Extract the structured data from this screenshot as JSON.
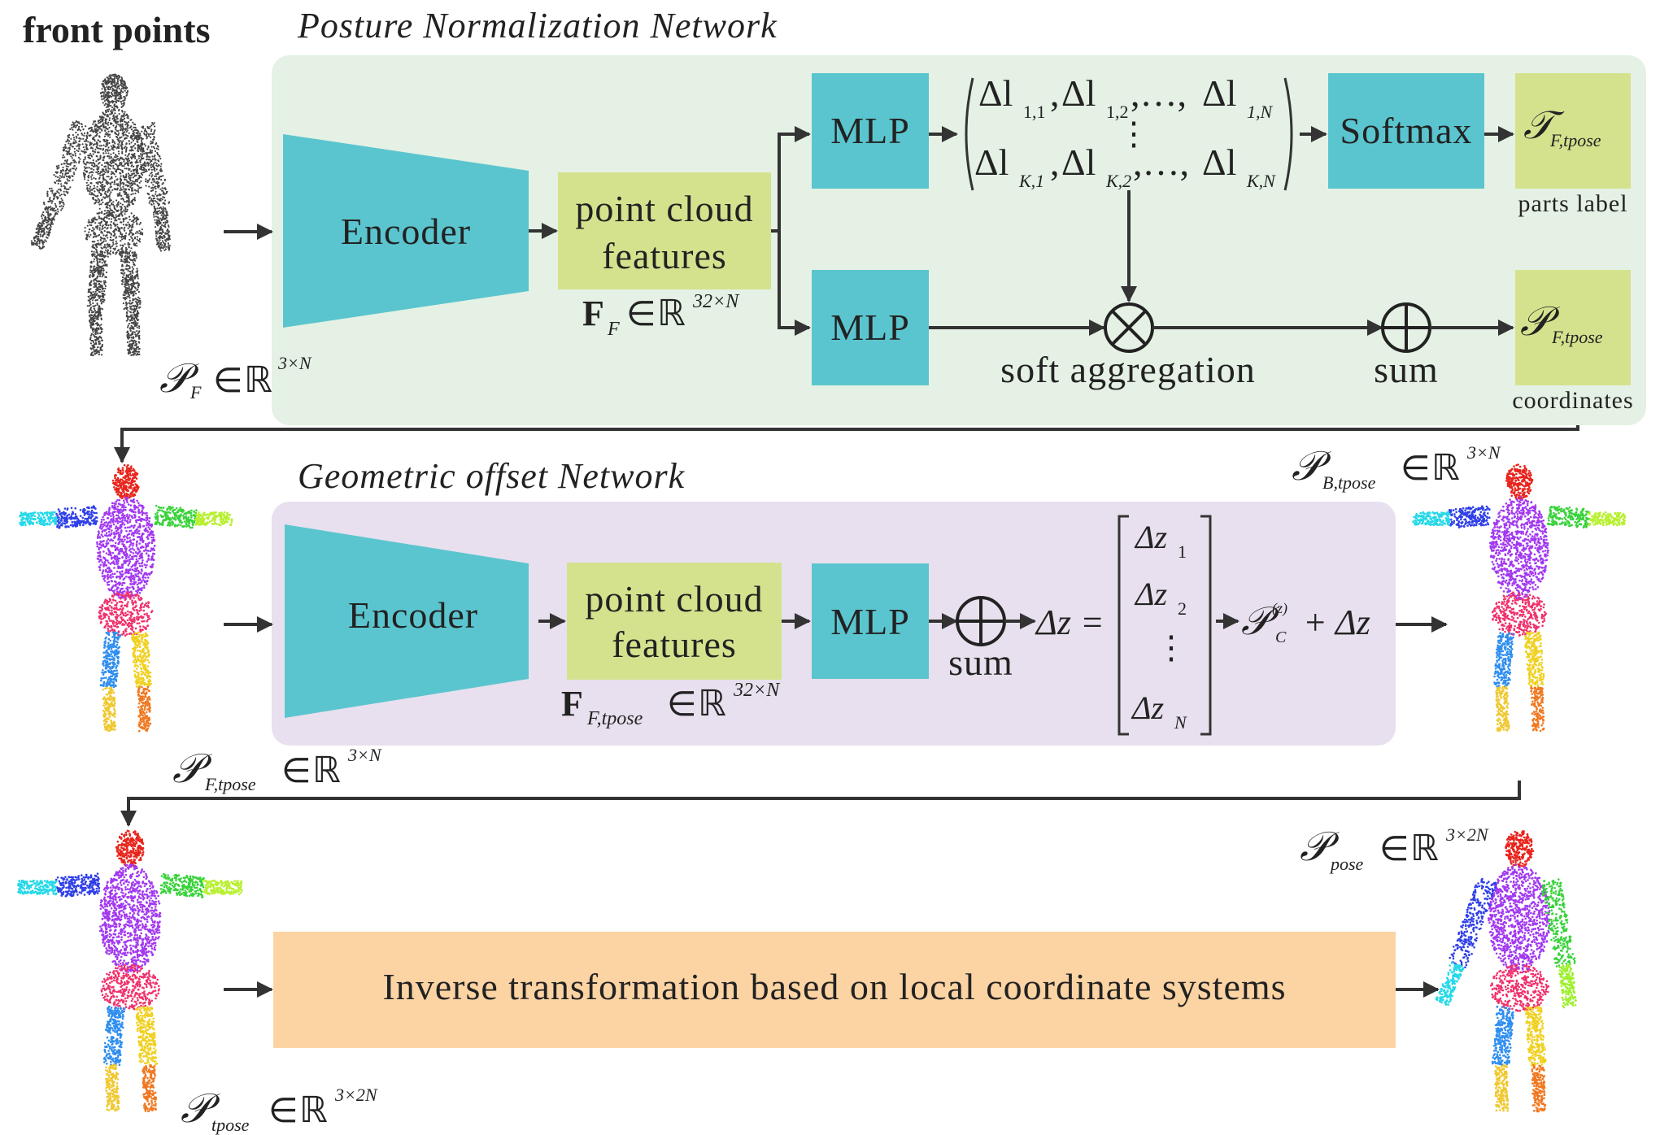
{
  "colors": {
    "panel1_bg": "#e4f1e4",
    "panel2_bg": "#e8e0ee",
    "encoder": "#5bc5cf",
    "mlp": "#5bc5cf",
    "features": "#d4e28e",
    "output_box": "#d4e28e",
    "inverse_box": "#fcd3a3",
    "line": "#333333"
  },
  "labels": {
    "front_points": "front points",
    "pnn_title": "Posture Normalization Network",
    "gon_title": "Geometric offset Network",
    "encoder": "Encoder",
    "point_cloud": "point cloud",
    "features": "features",
    "mlp": "MLP",
    "softmax": "Softmax",
    "parts_label": "parts label",
    "coordinates": "coordinates",
    "soft_aggregation": "soft aggregation",
    "sum": "sum",
    "inverse": "Inverse transformation based on local coordinate systems"
  },
  "math": {
    "R": "ℝ",
    "in": "∈",
    "dims_3N": "3×N",
    "dims_32N": "32×N",
    "dims_32N_2": "32×N",
    "dims_3_2N": "3×2N",
    "P": "𝒫",
    "T": "𝒯",
    "F": "F",
    "bold_F": "F",
    "sub_F": "F",
    "sub_F_tpose": "F,tpose",
    "sub_B_tpose": "B,tpose",
    "sub_tpose": "tpose",
    "sub_pose": "pose",
    "sub_C": "C",
    "sup_z": "(z)",
    "plus_dz": "+ Δz",
    "dz_eq": "Δz =",
    "delta_l": "Δl",
    "l_row1": [
      "1,1",
      "1,2",
      "1,N"
    ],
    "l_row2": [
      "K,1",
      "K,2",
      "K,N"
    ],
    "ellipsis_h": ",…,",
    "comma": ",",
    "vdots": "⋮",
    "dz": "Δz",
    "dz_subs": [
      "1",
      "2",
      "N"
    ]
  },
  "icons": [
    "front-point-cloud",
    "tpose-colored-point-cloud",
    "back-tpose-colored-point-cloud",
    "tpose-full-colored-point-cloud",
    "posed-colored-point-cloud",
    "otimes-icon",
    "oplus-icon"
  ]
}
